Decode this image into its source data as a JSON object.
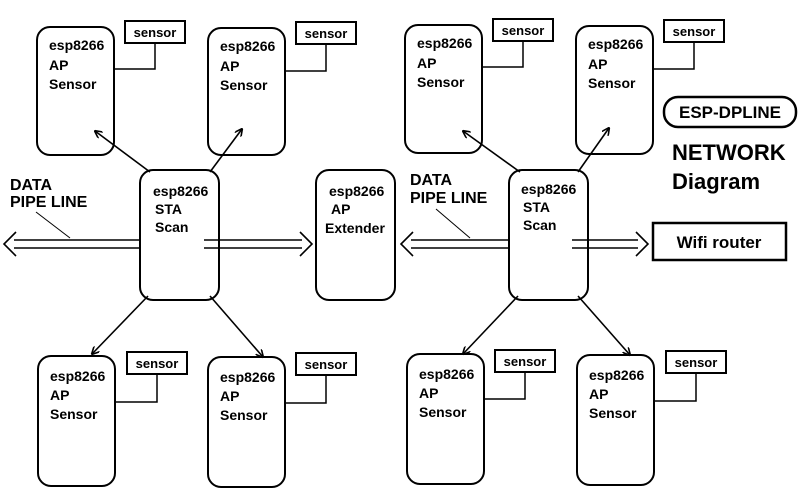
{
  "title_badge": "ESP-DPLINE",
  "title_line1": "NETWORK",
  "title_line2": "Diagram",
  "sensor_tag": "sensor",
  "ap_sensor": {
    "line1": "esp8266",
    "line2": "AP",
    "line3": "Sensor"
  },
  "sta_scan": {
    "line1": "esp8266",
    "line2": "STA",
    "line3": "Scan"
  },
  "ap_extender": {
    "line1": "esp8266",
    "line2": "AP",
    "line3": "Extender"
  },
  "pipe_label": {
    "line1": "DATA",
    "line2": "PIPE LINE"
  },
  "wifi_router": "Wifi router"
}
